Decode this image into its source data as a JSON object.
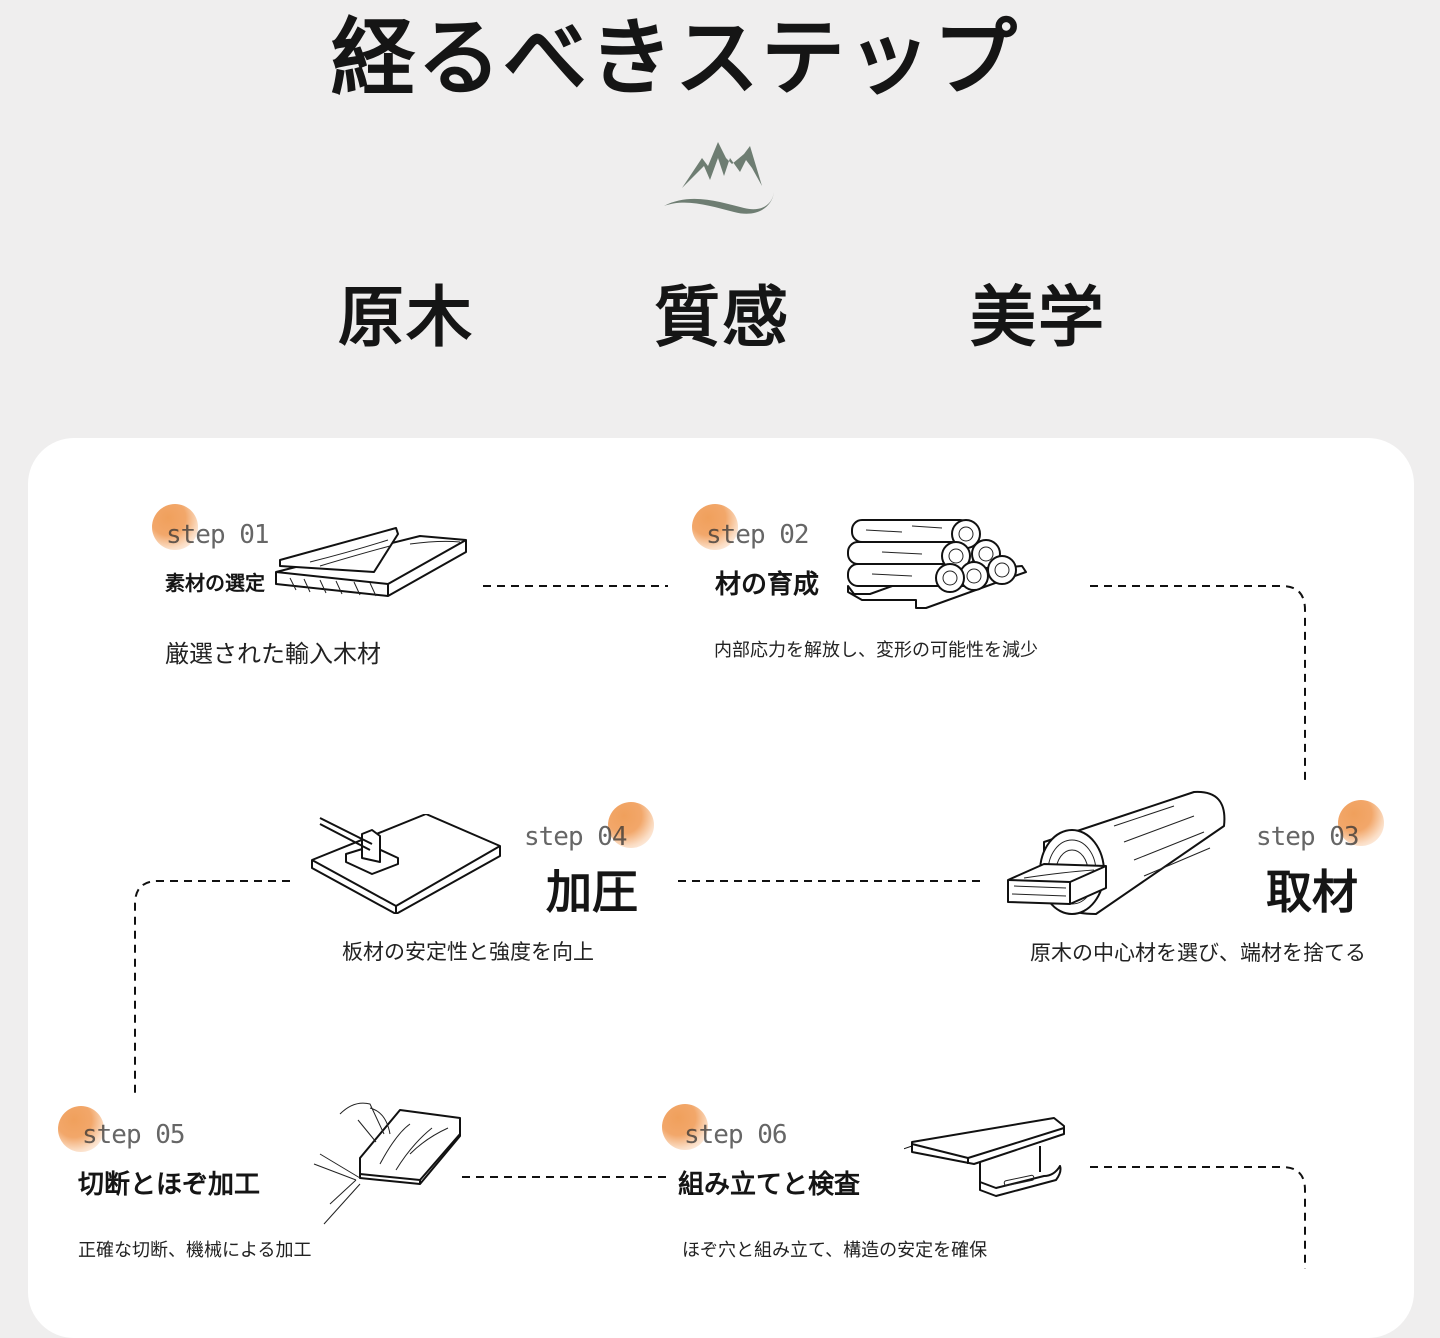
{
  "header": {
    "title": "経るべきステップ",
    "logo_icon": "mountain-icon",
    "keywords": [
      "原木",
      "質感",
      "美学"
    ]
  },
  "colors": {
    "background": "#efeeee",
    "card": "#ffffff",
    "accent_orange": "#f0a05c",
    "logo_green": "#6e7d72",
    "text": "#151515"
  },
  "steps": [
    {
      "label": "step 01",
      "name": "素材の選定",
      "description": "厳選された輸入木材",
      "illustration": "wood-planks-icon"
    },
    {
      "label": "step 02",
      "name": "材の育成",
      "description": "内部応力を解放し、変形の可能性を減少",
      "illustration": "log-pile-icon"
    },
    {
      "label": "step 03",
      "name": "取材",
      "description": "原木の中心材を選び、端材を捨てる",
      "illustration": "log-cut-icon"
    },
    {
      "label": "step 04",
      "name": "加圧",
      "description": "板材の安定性と強度を向上",
      "illustration": "press-icon"
    },
    {
      "label": "step 05",
      "name": "切断とほぞ加工",
      "description": "正確な切断、機械による加工",
      "illustration": "saw-cut-icon"
    },
    {
      "label": "step 06",
      "name": "組み立てと検査",
      "description": "ほぞ穴と組み立て、構造の安定を確保",
      "illustration": "assembly-icon"
    }
  ]
}
